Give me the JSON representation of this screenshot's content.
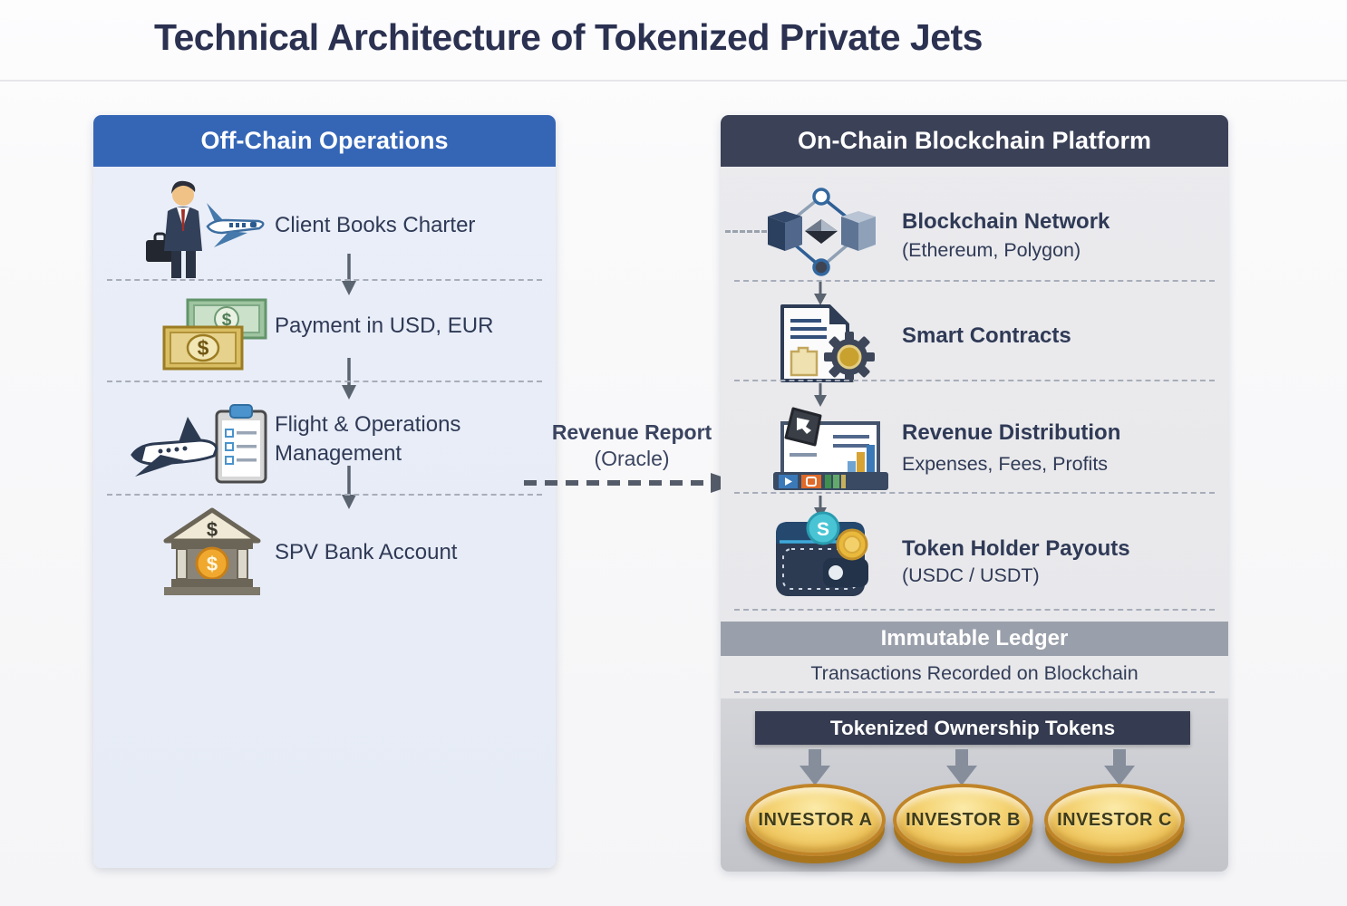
{
  "title": "Technical Architecture of Tokenized Private Jets",
  "left_panel": {
    "header": "Off-Chain Operations",
    "items": [
      {
        "label": "Client Books Charter",
        "icon": "businessman-plane-icon"
      },
      {
        "label": "Payment in USD, EUR",
        "icon": "banknotes-icon"
      },
      {
        "label": "Flight & Operations Management",
        "icon": "jet-clipboard-icon"
      },
      {
        "label": "SPV Bank Account",
        "icon": "bank-icon"
      }
    ]
  },
  "connector": {
    "line1": "Revenue Report",
    "line2": "(Oracle)",
    "style": "dashed-arrow-right"
  },
  "right_panel": {
    "header": "On-Chain Blockchain Platform",
    "items": [
      {
        "title": "Blockchain Network",
        "subtitle": "(Ethereum, Polygon)",
        "icon": "blockchain-network-icon"
      },
      {
        "title": "Smart Contracts",
        "icon": "contract-gear-icon"
      },
      {
        "title": "Revenue Distribution",
        "subtitle": "Expenses, Fees, Profits",
        "icon": "revenue-dashboard-icon"
      },
      {
        "title": "Token Holder Payouts",
        "subtitle": "(USDC / USDT)",
        "icon": "crypto-wallet-icon"
      }
    ],
    "ledger": {
      "header": "Immutable Ledger",
      "subtitle": "Transactions Recorded on Blockchain"
    },
    "tokens": {
      "header": "Tokenized Ownership Tokens",
      "coins": [
        {
          "label": "INVESTOR A"
        },
        {
          "label": "INVESTOR B"
        },
        {
          "label": "INVESTOR C"
        }
      ]
    }
  },
  "colors": {
    "title_text": "#2b3150",
    "left_header_bg": "#3566b6",
    "right_header_bg": "#3b4157",
    "ledger_bar_bg": "#9aa0ab",
    "tokens_bar_bg": "#353b50",
    "coin_gold": "#ecc158",
    "arrow_gray": "#5a6370",
    "left_body_bg": "#e9edf8",
    "right_body_bg": "#e9e9ec"
  }
}
